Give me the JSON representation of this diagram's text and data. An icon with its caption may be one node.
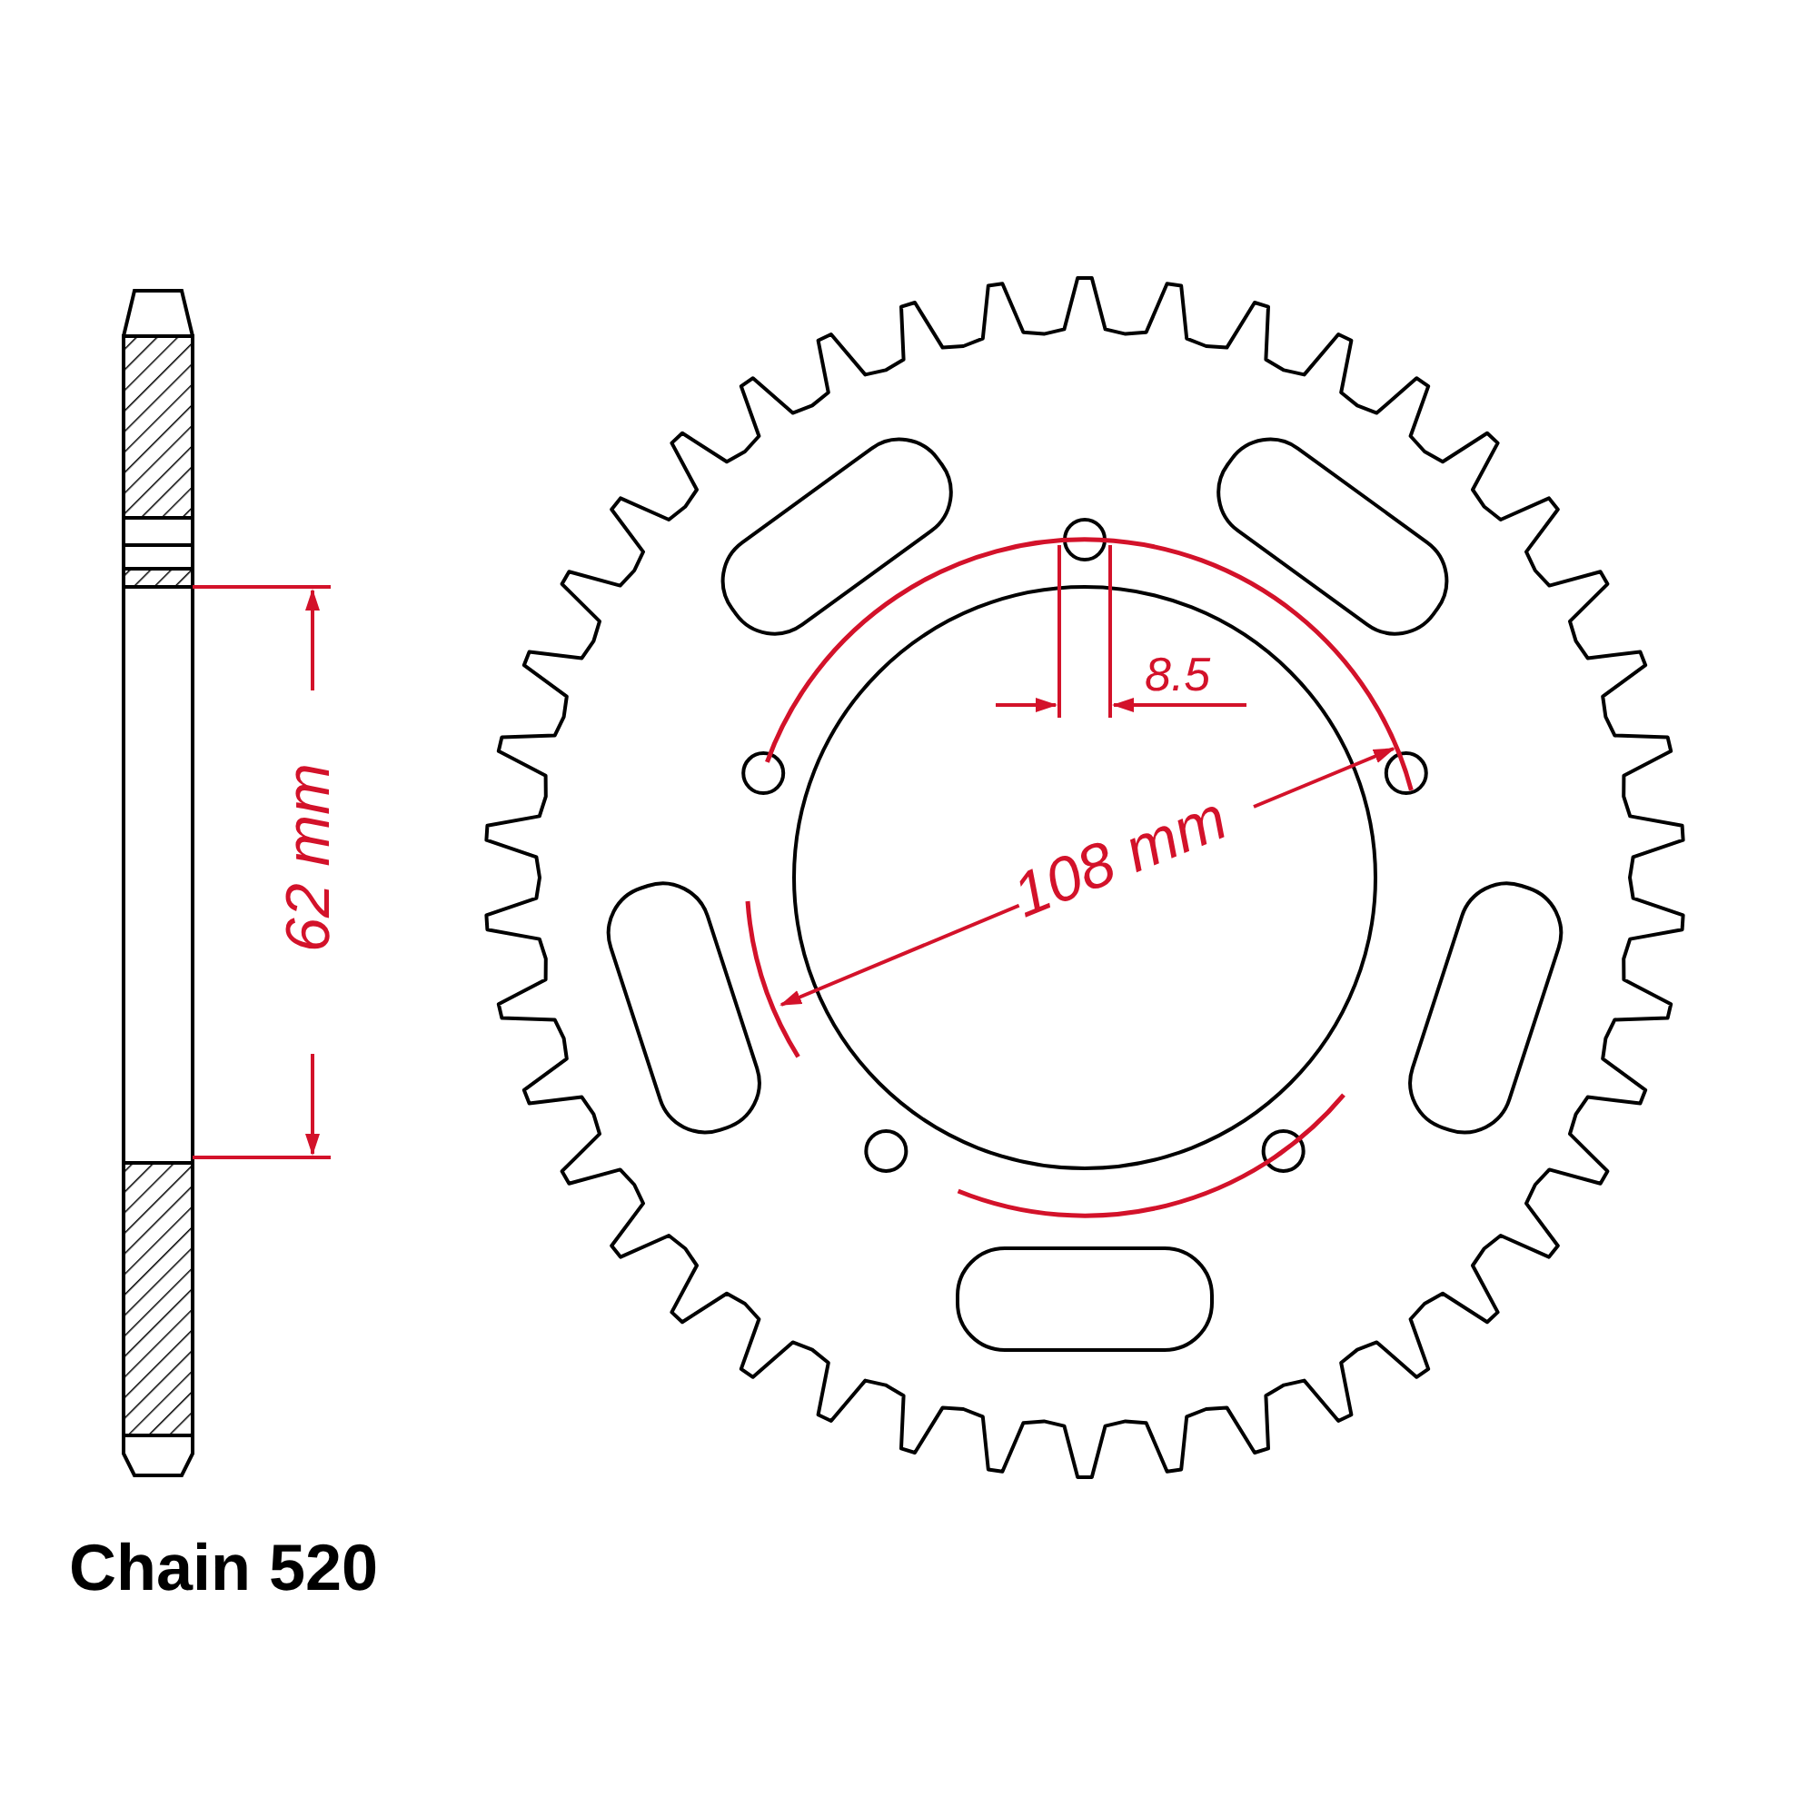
{
  "diagram": {
    "labels": [
      "8.5",
      "62 mm",
      "108 mm",
      "Chain 520"
    ]
  }
}
